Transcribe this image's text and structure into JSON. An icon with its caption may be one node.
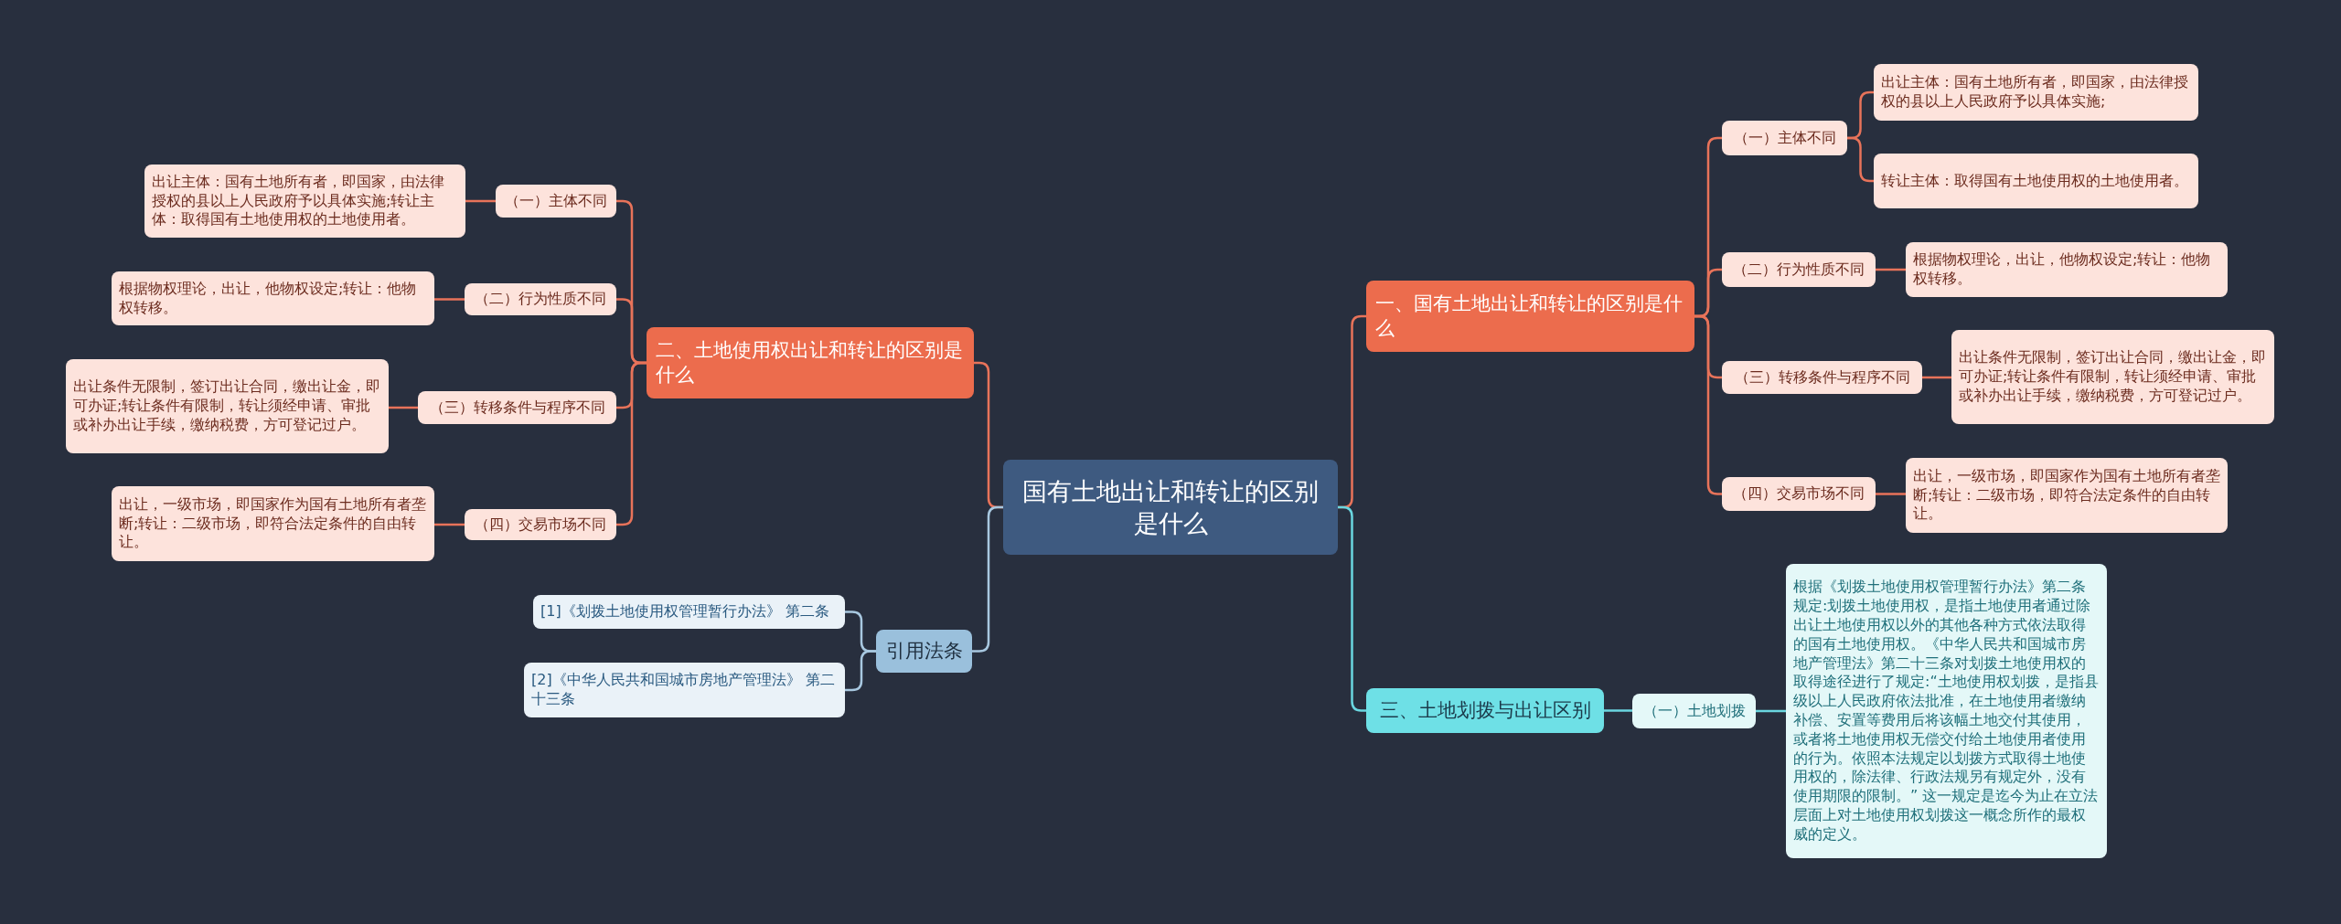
{
  "diagram": {
    "nodes": [
      {
        "text": [
          "国有土地出让和转让的区别是什么"
        ]
      },
      {
        "text": [
          "一、国有土地出让和转让的区别是什么"
        ]
      },
      {
        "text": [
          "（一）主体不同"
        ]
      },
      {
        "text": [
          "出让主体：国有土地所有者，即国家，由法律授权的县以上人民政府予以具体实施;"
        ]
      },
      {
        "text": [
          "转让主体：取得国有土地使用权的土地使用者。"
        ]
      },
      {
        "text": [
          "（二）行为性质不同"
        ]
      },
      {
        "text": [
          "根据物权理论，出让，他物权设定;转让：他物权转移。"
        ]
      },
      {
        "text": [
          "（三）转移条件与程序不同"
        ]
      },
      {
        "text": [
          "出让条件无限制，签订出让合同，缴出让金，即可办证;转让条件有限制，转让须经申请、审批或补办出让手续，缴纳税费，方可登记过户。"
        ]
      },
      {
        "text": [
          "（四）交易市场不同"
        ]
      },
      {
        "text": [
          "出让，一级市场，即国家作为国有土地所有者垄断;转让：二级市场，即符合法定条件的自由转让。"
        ]
      },
      {
        "text": [
          "三、土地划拨与出让区别"
        ]
      },
      {
        "text": [
          "（一）土地划拨"
        ]
      },
      {
        "text": [
          "根据《划拨土地使用权管理暂行办法》第二条规定:划拨土地使用权，是指土地使用者通过除出让土地使用权以外的其他各种方式依法取得的国有土地使用权。《中华人民共和国城市房地产管理法》第二十三条对划拨土地使用权的取得途径进行了规定:“土地使用权划拨，是指县级以上人民政府依法批准，在土地使用者缴纳补偿、安置等费用后将该幅土地交付其使用，或者将土地使用权无偿交付给土地使用者使用的行为。依照本法规定以划拨方式取得土地使用权的，除法律、行政法规另有规定外，没有使用期限的限制。” 这一规定是迄今为止在立法层面上对土地使用权划拨这一概念所作的最权威的定义。"
        ]
      },
      {
        "text": [
          "二、土地使用权出让和转让的区别是什么"
        ]
      },
      {
        "text": [
          "（一）主体不同"
        ]
      },
      {
        "text": [
          "出让主体：国有土地所有者，即国家，由法律授权的县以上人民政府予以具体实施;转让主体：取得国有土地使用权的土地使用者。"
        ]
      },
      {
        "text": [
          "（二）行为性质不同"
        ]
      },
      {
        "text": [
          "根据物权理论，出让，他物权设定;转让：他物权转移。"
        ]
      },
      {
        "text": [
          "（三）转移条件与程序不同"
        ]
      },
      {
        "text": [
          "出让条件无限制，签订出让合同，缴出让金，即可办证;转让条件有限制，转让须经申请、审批或补办出让手续，缴纳税费，方可登记过户。"
        ]
      },
      {
        "text": [
          "（四）交易市场不同"
        ]
      },
      {
        "text": [
          "出让，一级市场，即国家作为国有土地所有者垄断;转让：二级市场，即符合法定条件的自由转让。"
        ]
      },
      {
        "text": [
          "引用法条"
        ]
      },
      {
        "text": [
          "[1]《划拨土地使用权管理暂行办法》 第二条"
        ]
      },
      {
        "text": [
          "[2]《中华人民共和国城市房地产管理法》 第二十三条"
        ]
      }
    ],
    "edges": [
      {
        "from": 0,
        "to": 1,
        "arrow": "none"
      },
      {
        "from": 0,
        "to": 11,
        "arrow": "none",
        "color": "#6ad6e0"
      },
      {
        "from": 0,
        "to": 14,
        "arrow": "none"
      },
      {
        "from": 0,
        "to": 23,
        "arrow": "none",
        "color": "#a8c8e0"
      },
      {
        "from": 1,
        "to": 2,
        "arrow": "none"
      },
      {
        "from": 1,
        "to": 5,
        "arrow": "none"
      },
      {
        "from": 1,
        "to": 7,
        "arrow": "none"
      },
      {
        "from": 1,
        "to": 9,
        "arrow": "none"
      },
      {
        "from": 2,
        "to": 3,
        "arrow": "none"
      },
      {
        "from": 2,
        "to": 4,
        "arrow": "none"
      },
      {
        "from": 5,
        "to": 6,
        "arrow": "none"
      },
      {
        "from": 7,
        "to": 8,
        "arrow": "none"
      },
      {
        "from": 9,
        "to": 10,
        "arrow": "none"
      },
      {
        "from": 11,
        "to": 12,
        "arrow": "none",
        "color": "#6ad6e0"
      },
      {
        "from": 12,
        "to": 13,
        "arrow": "none",
        "color": "#6ad6e0"
      },
      {
        "from": 14,
        "to": 15,
        "arrow": "none"
      },
      {
        "from": 14,
        "to": 17,
        "arrow": "none"
      },
      {
        "from": 14,
        "to": 19,
        "arrow": "none"
      },
      {
        "from": 14,
        "to": 21,
        "arrow": "none"
      },
      {
        "from": 15,
        "to": 16,
        "arrow": "none"
      },
      {
        "from": 17,
        "to": 18,
        "arrow": "none"
      },
      {
        "from": 19,
        "to": 20,
        "arrow": "none"
      },
      {
        "from": 21,
        "to": 22,
        "arrow": "none"
      },
      {
        "from": 23,
        "to": 24,
        "arrow": "none",
        "color": "#a8c8e0"
      },
      {
        "from": 23,
        "to": 25,
        "arrow": "none",
        "color": "#a8c8e0"
      }
    ]
  }
}
